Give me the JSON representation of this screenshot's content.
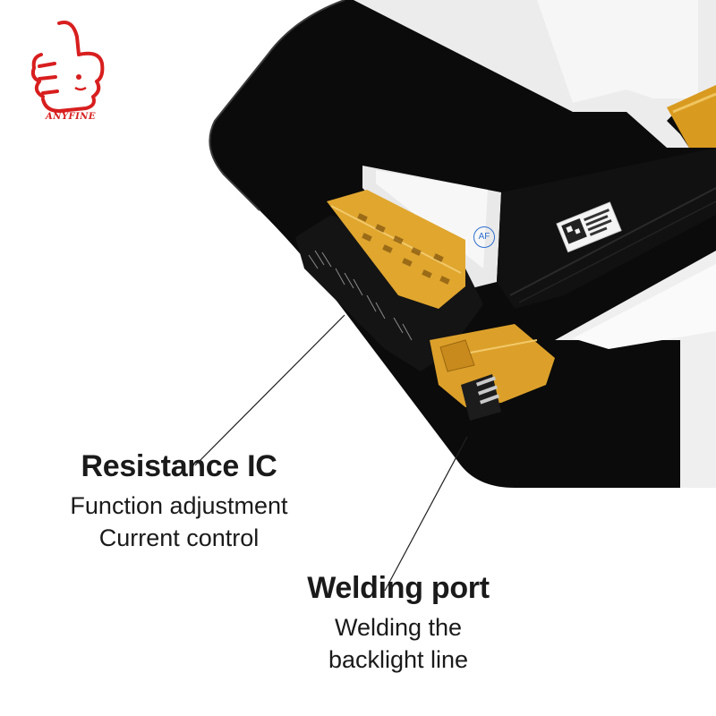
{
  "brand": {
    "name": "ANYFINE",
    "logo_color": "#d81e1e",
    "icon": "thumbs-up-icon"
  },
  "product_badge": {
    "label": "AF",
    "color": "#2f6fd0"
  },
  "callouts": [
    {
      "title": "Resistance IC",
      "lines": [
        "Function adjustment",
        "Current control"
      ]
    },
    {
      "title": "Welding port",
      "lines": [
        "Welding the",
        "backlight line"
      ]
    }
  ],
  "colors": {
    "panel": "#0a0a0a",
    "flex_cable": "#e3a32a",
    "frame": "#f2f2f2",
    "text": "#1a1a1a"
  }
}
